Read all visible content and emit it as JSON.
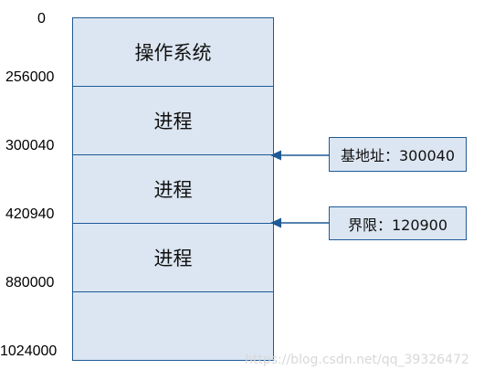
{
  "memory": {
    "addresses": [
      "0",
      "256000",
      "300040",
      "420940",
      "880000",
      "1024000"
    ],
    "blocks": [
      "操作系统",
      "进程",
      "进程",
      "进程",
      ""
    ]
  },
  "registers": {
    "base": "基地址：300040",
    "limit": "界限：120900"
  },
  "colors": {
    "fill": "#dce6f2",
    "border": "#1e5a96",
    "arrow": "#1e5a96"
  },
  "watermark": "https://blog.csdn.net/qq_39326472"
}
